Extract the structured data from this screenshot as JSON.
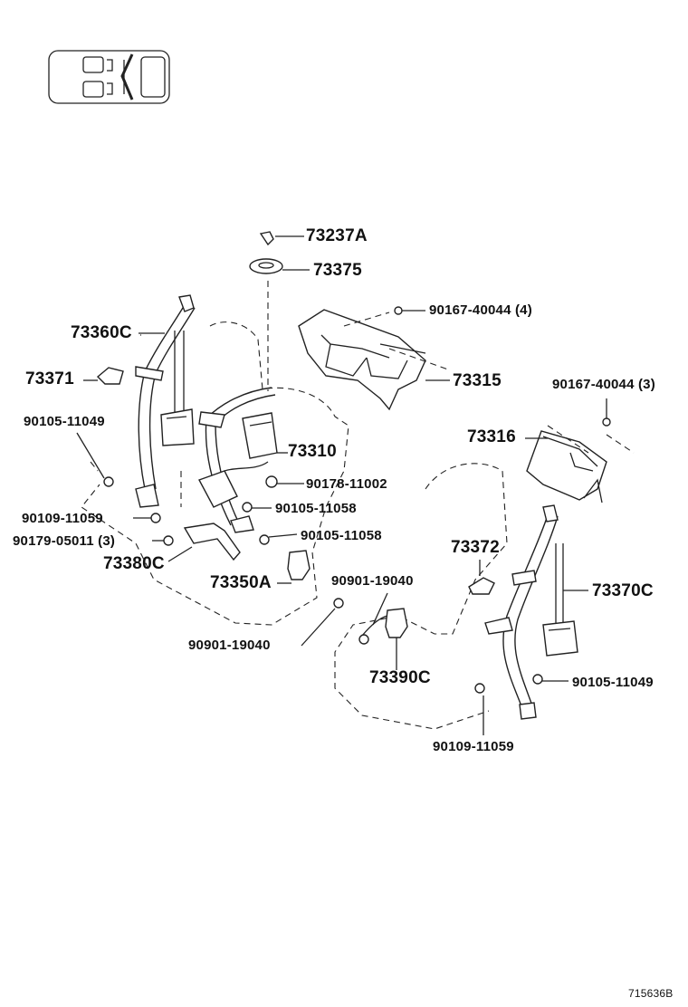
{
  "diagram": {
    "labels": {
      "p73237A": "73237A",
      "p73375": "73375",
      "p90167_40044_4": "90167-40044 (4)",
      "p73360C": "73360C",
      "p73315": "73315",
      "p73371": "73371",
      "p90167_40044_3": "90167-40044 (3)",
      "p90105_11049_left": "90105-11049",
      "p73316": "73316",
      "p73310": "73310",
      "p90178_11002": "90178-11002",
      "p90109_11059_left": "90109-11059",
      "p90105_11058_a": "90105-11058",
      "p90179_05011": "90179-05011 (3)",
      "p90105_11058_b": "90105-11058",
      "p73372": "73372",
      "p73380C": "73380C",
      "p73350A": "73350A",
      "p90901_19040_right": "90901-19040",
      "p73370C": "73370C",
      "p90901_19040_left": "90901-19040",
      "p73390C": "73390C",
      "p90105_11049_right": "90105-11049",
      "p90109_11059_right": "90109-11059"
    },
    "figure_code": "715636B"
  }
}
